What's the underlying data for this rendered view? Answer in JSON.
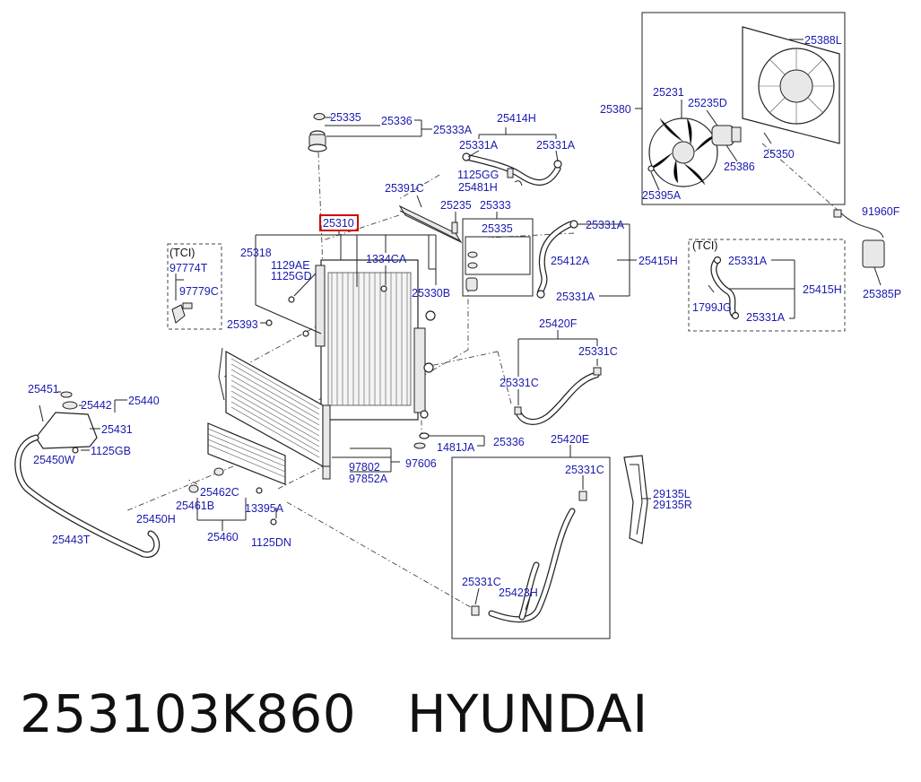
{
  "footer": {
    "part_number": "253103K860",
    "brand": "HYUNDAI"
  },
  "highlighted_part": "25310",
  "tci_labels": [
    "(TCI)",
    "(TCI)"
  ],
  "labels": {
    "p25335_top": "25335",
    "p25336_top": "25336",
    "p25333A": "25333A",
    "p25414H": "25414H",
    "p25331A_1": "25331A",
    "p25331A_2": "25331A",
    "p1125GG": "1125GG",
    "p25481H": "25481H",
    "p25391C": "25391C",
    "p25235": "25235",
    "p25333": "25333",
    "p25335_box": "25335",
    "p25310": "25310",
    "p25318": "25318",
    "p1129AE": "1129AE",
    "p1125GD": "1125GD",
    "p1334CA": "1334CA",
    "p25330B": "25330B",
    "p25393": "25393",
    "p97774T": "97774T",
    "p97779C": "97779C",
    "p25331A_3": "25331A",
    "p25412A": "25412A",
    "p25415H_1": "25415H",
    "p25331A_4": "25331A",
    "p25331A_5": "25331A",
    "p25415H_2": "25415H",
    "p1799JG": "1799JG",
    "p25331A_6": "25331A",
    "p25388L": "25388L",
    "p25380": "25380",
    "p25231": "25231",
    "p25235D": "25235D",
    "p25386": "25386",
    "p25350": "25350",
    "p25395A": "25395A",
    "p91960F": "91960F",
    "p25385P": "25385P",
    "p25420F": "25420F",
    "p25331C_1": "25331C",
    "p25331C_2": "25331C",
    "p1481JA": "1481JA",
    "p25336_bot": "25336",
    "p25451": "25451",
    "p25442": "25442",
    "p25440": "25440",
    "p25431": "25431",
    "p25450W": "25450W",
    "p1125GB": "1125GB",
    "p25443T": "25443T",
    "p25450H": "25450H",
    "p97802": "97802",
    "p97606": "97606",
    "p97852A": "97852A",
    "p25462C": "25462C",
    "p25461B": "25461B",
    "p13395A": "13395A",
    "p25460": "25460",
    "p1125DN": "1125DN",
    "p25420E": "25420E",
    "p25331C_3": "25331C",
    "p25331C_4": "25331C",
    "p25423H": "25423H",
    "p29135L": "29135L",
    "p29135R": "29135R"
  }
}
